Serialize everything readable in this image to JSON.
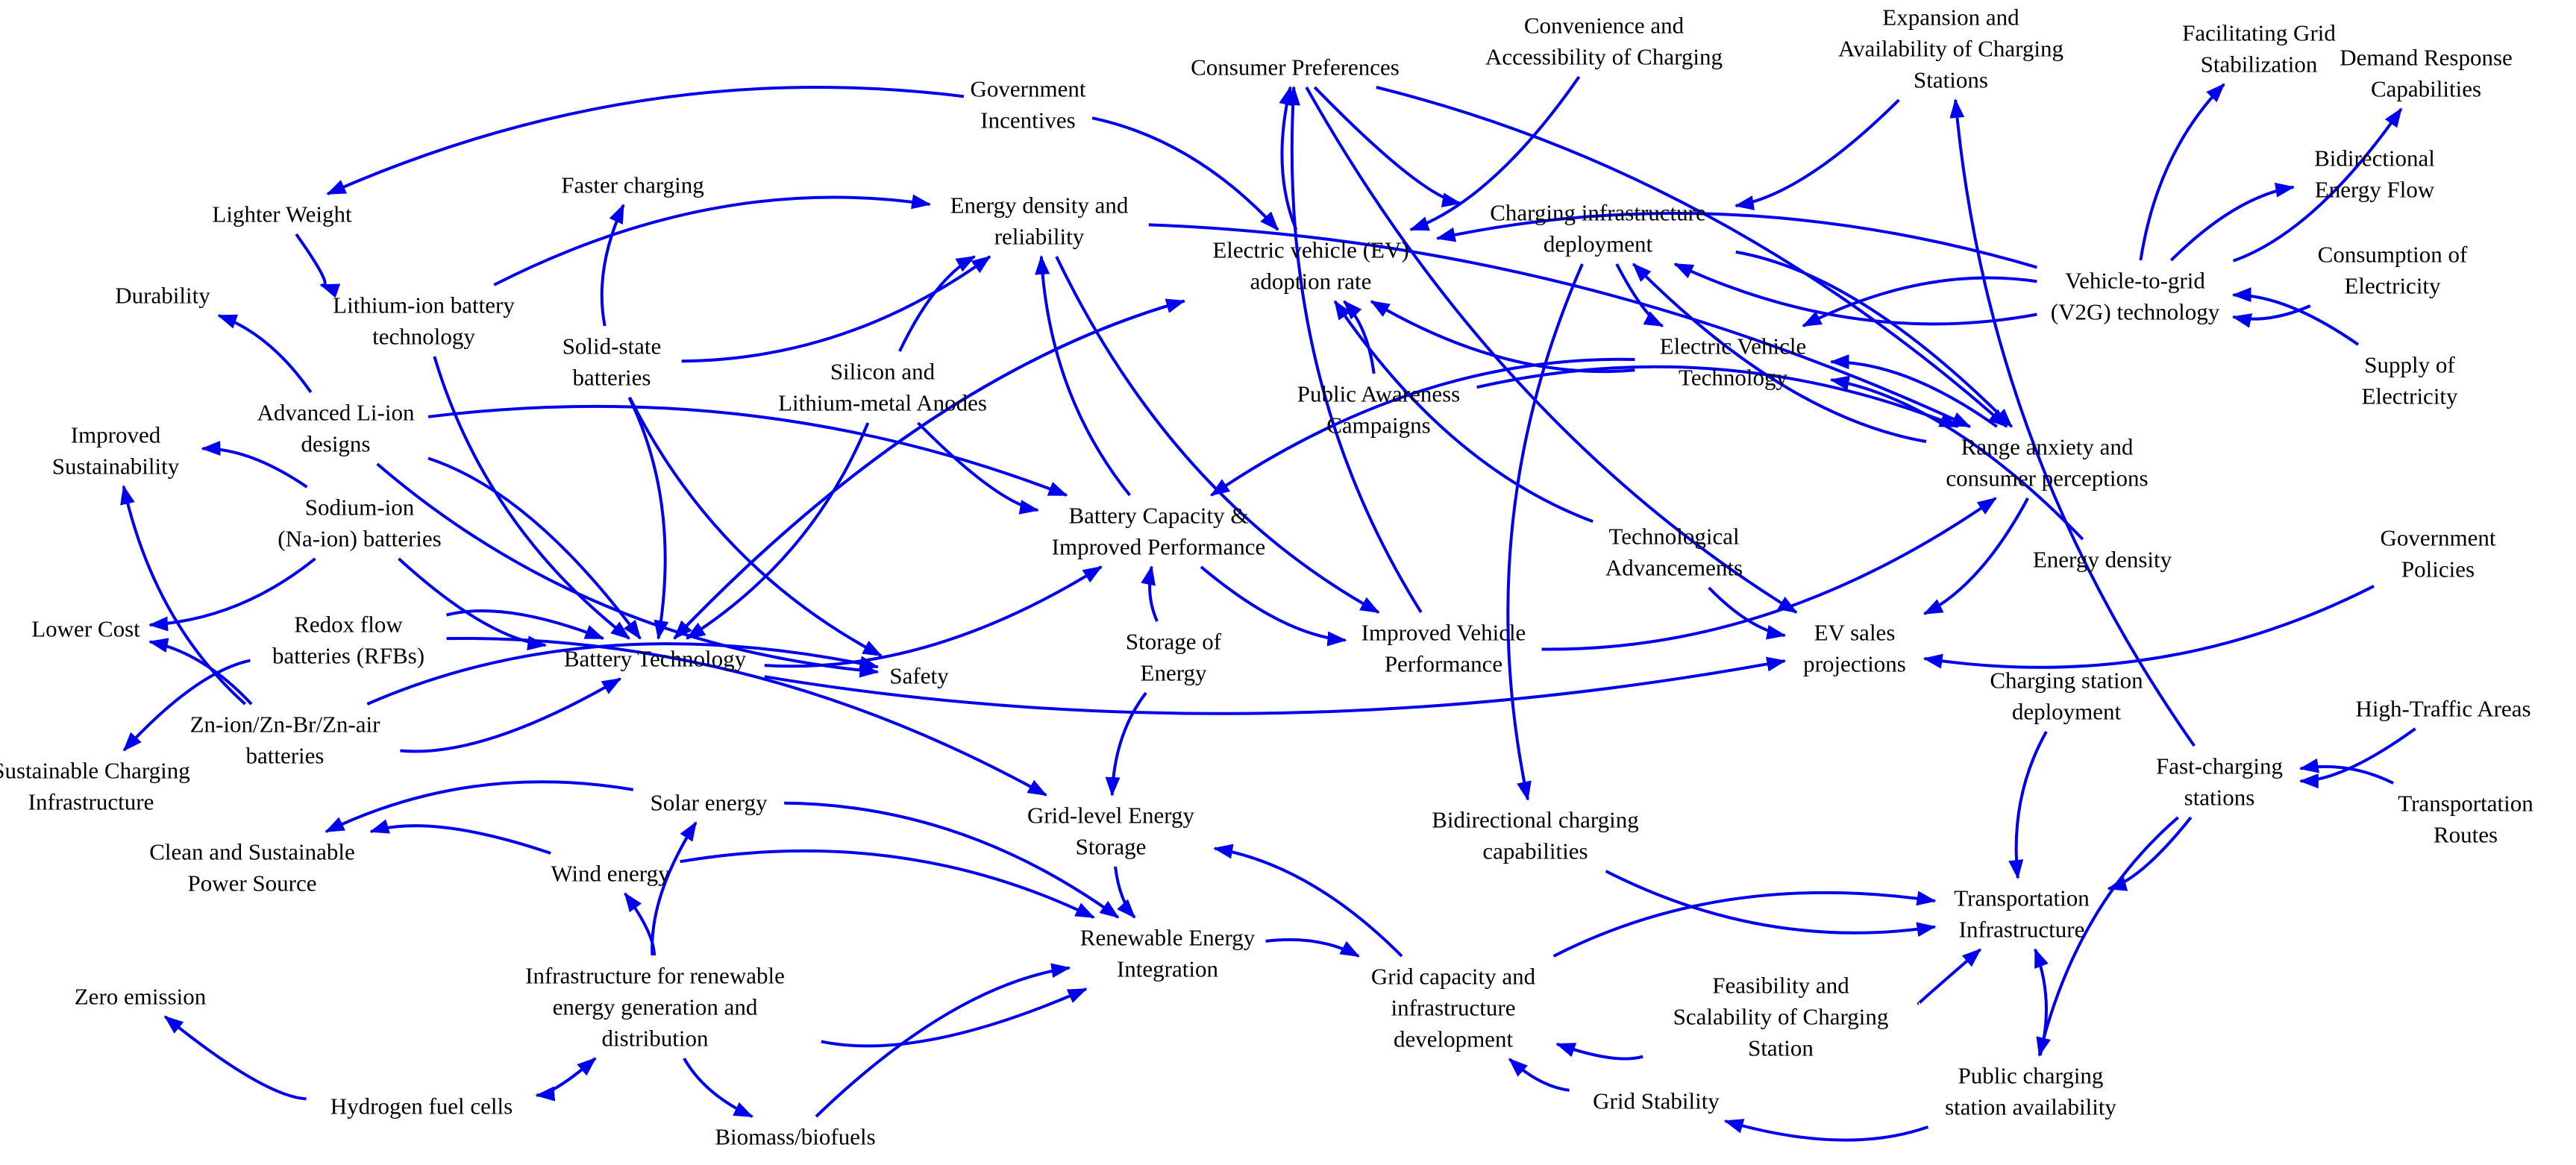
{
  "colors": {
    "edge": "#0000ee",
    "text": "#000000",
    "background": "#ffffff"
  },
  "nodes": {
    "government_incentives": [
      "Government",
      "Incentives"
    ],
    "lighter_weight": [
      "Lighter Weight"
    ],
    "faster_charging": [
      "Faster charging"
    ],
    "energy_density_reliability": [
      "Energy density and",
      "reliability"
    ],
    "consumer_preferences": [
      "Consumer Preferences"
    ],
    "convenience_accessibility": [
      "Convenience and",
      "Accessibility of Charging"
    ],
    "expansion_availability": [
      "Expansion and",
      "Availability of Charging",
      "Stations"
    ],
    "facilitating_grid_stabilization": [
      "Facilitating Grid",
      "Stabilization"
    ],
    "demand_response": [
      "Demand Response",
      "Capabilities"
    ],
    "durability": [
      "Durability"
    ],
    "lithium_ion": [
      "Lithium-ion battery",
      "technology"
    ],
    "solid_state": [
      "Solid-state",
      "batteries"
    ],
    "ev_adoption_rate": [
      "Electric vehicle (EV)",
      "adoption rate"
    ],
    "charging_infrastructure_deployment": [
      "Charging infrastructure",
      "deployment"
    ],
    "bidirectional_energy_flow": [
      "Bidirectional",
      "Energy Flow"
    ],
    "consumption_of_electricity": [
      "Consumption of",
      "Electricity"
    ],
    "v2g": [
      "Vehicle-to-grid",
      "(V2G) technology"
    ],
    "silicon_anodes": [
      "Silicon and",
      "Lithium-metal Anodes"
    ],
    "advanced_li_ion": [
      "Advanced Li-ion",
      "designs"
    ],
    "improved_sustainability": [
      "Improved",
      "Sustainability"
    ],
    "public_awareness": [
      "Public Awareness",
      "Campaigns"
    ],
    "ev_technology": [
      "Electric Vehicle",
      "Technology"
    ],
    "supply_of_electricity": [
      "Supply of",
      "Electricity"
    ],
    "range_anxiety": [
      "Range anxiety and",
      "consumer perceptions"
    ],
    "sodium_ion": [
      "Sodium-ion",
      "(Na-ion) batteries"
    ],
    "battery_capacity": [
      "Battery Capacity &",
      "Improved Performance"
    ],
    "technological_advancements": [
      "Technological",
      "Advancements"
    ],
    "energy_density": [
      "Energy density"
    ],
    "government_policies": [
      "Government",
      "Policies"
    ],
    "lower_cost": [
      "Lower Cost"
    ],
    "redox_flow": [
      "Redox flow",
      "batteries (RFBs)"
    ],
    "battery_technology": [
      "Battery Technology"
    ],
    "safety": [
      "Safety"
    ],
    "storage_of_energy": [
      "Storage of",
      "Energy"
    ],
    "improved_vehicle_performance": [
      "Improved Vehicle",
      "Performance"
    ],
    "ev_sales_projections": [
      "EV sales",
      "projections"
    ],
    "charging_station_deployment": [
      "Charging station",
      "deployment"
    ],
    "zn_batteries": [
      "Zn-ion/Zn-Br/Zn-air",
      "batteries"
    ],
    "high_traffic_areas": [
      "High-Traffic Areas"
    ],
    "sustainable_charging_infra": [
      "Sustainable Charging",
      "Infrastructure"
    ],
    "fast_charging_stations": [
      "Fast-charging",
      "stations"
    ],
    "transportation_routes": [
      "Transportation",
      "Routes"
    ],
    "solar_energy": [
      "Solar energy"
    ],
    "grid_level_storage": [
      "Grid-level Energy",
      "Storage"
    ],
    "bidirectional_charging": [
      "Bidirectional charging",
      "capabilities"
    ],
    "clean_sustainable_power": [
      "Clean and Sustainable",
      "Power Source"
    ],
    "wind_energy": [
      "Wind energy"
    ],
    "transportation_infrastructure": [
      "Transportation",
      "Infrastructure"
    ],
    "renewable_integration": [
      "Renewable Energy",
      "Integration"
    ],
    "renewable_infrastructure": [
      "Infrastructure for renewable",
      "energy generation and",
      "distribution"
    ],
    "grid_capacity": [
      "Grid capacity and",
      "infrastructure",
      "development"
    ],
    "feasibility_scalability": [
      "Feasibility and",
      "Scalability of Charging",
      "Station"
    ],
    "zero_emission": [
      "Zero emission"
    ],
    "public_charging_availability": [
      "Public charging",
      "station availability"
    ],
    "grid_stability": [
      "Grid Stability"
    ],
    "hydrogen_fuel_cells": [
      "Hydrogen fuel cells"
    ],
    "biomass_biofuels": [
      "Biomass/biofuels"
    ]
  },
  "edges": [
    [
      "government_incentives",
      "lighter_weight"
    ],
    [
      "government_incentives",
      "ev_adoption_rate"
    ],
    [
      "lighter_weight",
      "lithium_ion"
    ],
    [
      "lithium_ion",
      "energy_density_reliability"
    ],
    [
      "lithium_ion",
      "battery_technology"
    ],
    [
      "solid_state",
      "faster_charging"
    ],
    [
      "solid_state",
      "energy_density_reliability"
    ],
    [
      "solid_state",
      "battery_technology"
    ],
    [
      "solid_state",
      "safety"
    ],
    [
      "silicon_anodes",
      "energy_density_reliability"
    ],
    [
      "silicon_anodes",
      "battery_capacity"
    ],
    [
      "silicon_anodes",
      "battery_technology"
    ],
    [
      "advanced_li_ion",
      "durability"
    ],
    [
      "advanced_li_ion",
      "battery_capacity"
    ],
    [
      "advanced_li_ion",
      "safety"
    ],
    [
      "advanced_li_ion",
      "battery_technology"
    ],
    [
      "sodium_ion",
      "improved_sustainability"
    ],
    [
      "sodium_ion",
      "lower_cost"
    ],
    [
      "sodium_ion",
      "battery_technology"
    ],
    [
      "redox_flow",
      "battery_technology"
    ],
    [
      "redox_flow",
      "sustainable_charging_infra"
    ],
    [
      "redox_flow",
      "grid_level_storage"
    ],
    [
      "zn_batteries",
      "lower_cost"
    ],
    [
      "zn_batteries",
      "improved_sustainability"
    ],
    [
      "zn_batteries",
      "battery_technology"
    ],
    [
      "zn_batteries",
      "safety"
    ],
    [
      "battery_technology",
      "battery_capacity"
    ],
    [
      "battery_technology",
      "ev_adoption_rate"
    ],
    [
      "battery_technology",
      "ev_sales_projections"
    ],
    [
      "ev_adoption_rate",
      "consumer_preferences"
    ],
    [
      "ev_adoption_rate",
      "battery_technology"
    ],
    [
      "battery_capacity",
      "energy_density_reliability"
    ],
    [
      "battery_capacity",
      "improved_vehicle_performance"
    ],
    [
      "storage_of_energy",
      "battery_capacity"
    ],
    [
      "storage_of_energy",
      "grid_level_storage"
    ],
    [
      "energy_density_reliability",
      "range_anxiety"
    ],
    [
      "energy_density_reliability",
      "improved_vehicle_performance"
    ],
    [
      "convenience_accessibility",
      "ev_adoption_rate"
    ],
    [
      "public_awareness",
      "ev_adoption_rate"
    ],
    [
      "public_awareness",
      "range_anxiety"
    ],
    [
      "consumer_preferences",
      "charging_infrastructure_deployment"
    ],
    [
      "consumer_preferences",
      "range_anxiety"
    ],
    [
      "consumer_preferences",
      "ev_sales_projections"
    ],
    [
      "expansion_availability",
      "charging_infrastructure_deployment"
    ],
    [
      "charging_infrastructure_deployment",
      "ev_technology"
    ],
    [
      "charging_infrastructure_deployment",
      "range_anxiety"
    ],
    [
      "charging_infrastructure_deployment",
      "bidirectional_charging"
    ],
    [
      "ev_technology",
      "ev_adoption_rate"
    ],
    [
      "ev_technology",
      "battery_capacity"
    ],
    [
      "v2g",
      "charging_infrastructure_deployment"
    ],
    [
      "v2g",
      "ev_technology"
    ],
    [
      "v2g",
      "facilitating_grid_stabilization"
    ],
    [
      "v2g",
      "demand_response"
    ],
    [
      "v2g",
      "bidirectional_energy_flow"
    ],
    [
      "v2g",
      "ev_adoption_rate"
    ],
    [
      "consumption_of_electricity",
      "v2g"
    ],
    [
      "supply_of_electricity",
      "v2g"
    ],
    [
      "range_anxiety",
      "charging_infrastructure_deployment"
    ],
    [
      "range_anxiety",
      "ev_technology"
    ],
    [
      "range_anxiety",
      "ev_sales_projections"
    ],
    [
      "technological_advancements",
      "ev_sales_projections"
    ],
    [
      "technological_advancements",
      "ev_adoption_rate"
    ],
    [
      "energy_density",
      "ev_technology"
    ],
    [
      "government_policies",
      "ev_sales_projections"
    ],
    [
      "improved_vehicle_performance",
      "range_anxiety"
    ],
    [
      "improved_vehicle_performance",
      "consumer_preferences"
    ],
    [
      "charging_station_deployment",
      "transportation_infrastructure"
    ],
    [
      "high_traffic_areas",
      "fast_charging_stations"
    ],
    [
      "transportation_routes",
      "fast_charging_stations"
    ],
    [
      "fast_charging_stations",
      "transportation_infrastructure"
    ],
    [
      "fast_charging_stations",
      "public_charging_availability"
    ],
    [
      "fast_charging_stations",
      "expansion_availability"
    ],
    [
      "solar_energy",
      "clean_sustainable_power"
    ],
    [
      "solar_energy",
      "renewable_integration"
    ],
    [
      "wind_energy",
      "clean_sustainable_power"
    ],
    [
      "wind_energy",
      "renewable_integration"
    ],
    [
      "renewable_infrastructure",
      "wind_energy"
    ],
    [
      "renewable_infrastructure",
      "solar_energy"
    ],
    [
      "renewable_infrastructure",
      "renewable_integration"
    ],
    [
      "renewable_infrastructure",
      "hydrogen_fuel_cells"
    ],
    [
      "renewable_infrastructure",
      "biomass_biofuels"
    ],
    [
      "hydrogen_fuel_cells",
      "zero_emission"
    ],
    [
      "hydrogen_fuel_cells",
      "renewable_infrastructure"
    ],
    [
      "biomass_biofuels",
      "renewable_integration"
    ],
    [
      "grid_level_storage",
      "renewable_integration"
    ],
    [
      "renewable_integration",
      "grid_capacity"
    ],
    [
      "grid_capacity",
      "grid_level_storage"
    ],
    [
      "grid_capacity",
      "transportation_infrastructure"
    ],
    [
      "bidirectional_charging",
      "transportation_infrastructure"
    ],
    [
      "feasibility_scalability",
      "grid_capacity"
    ],
    [
      "feasibility_scalability",
      "transportation_infrastructure"
    ],
    [
      "grid_stability",
      "grid_capacity"
    ],
    [
      "public_charging_availability",
      "transportation_infrastructure"
    ],
    [
      "public_charging_availability",
      "grid_stability"
    ]
  ]
}
